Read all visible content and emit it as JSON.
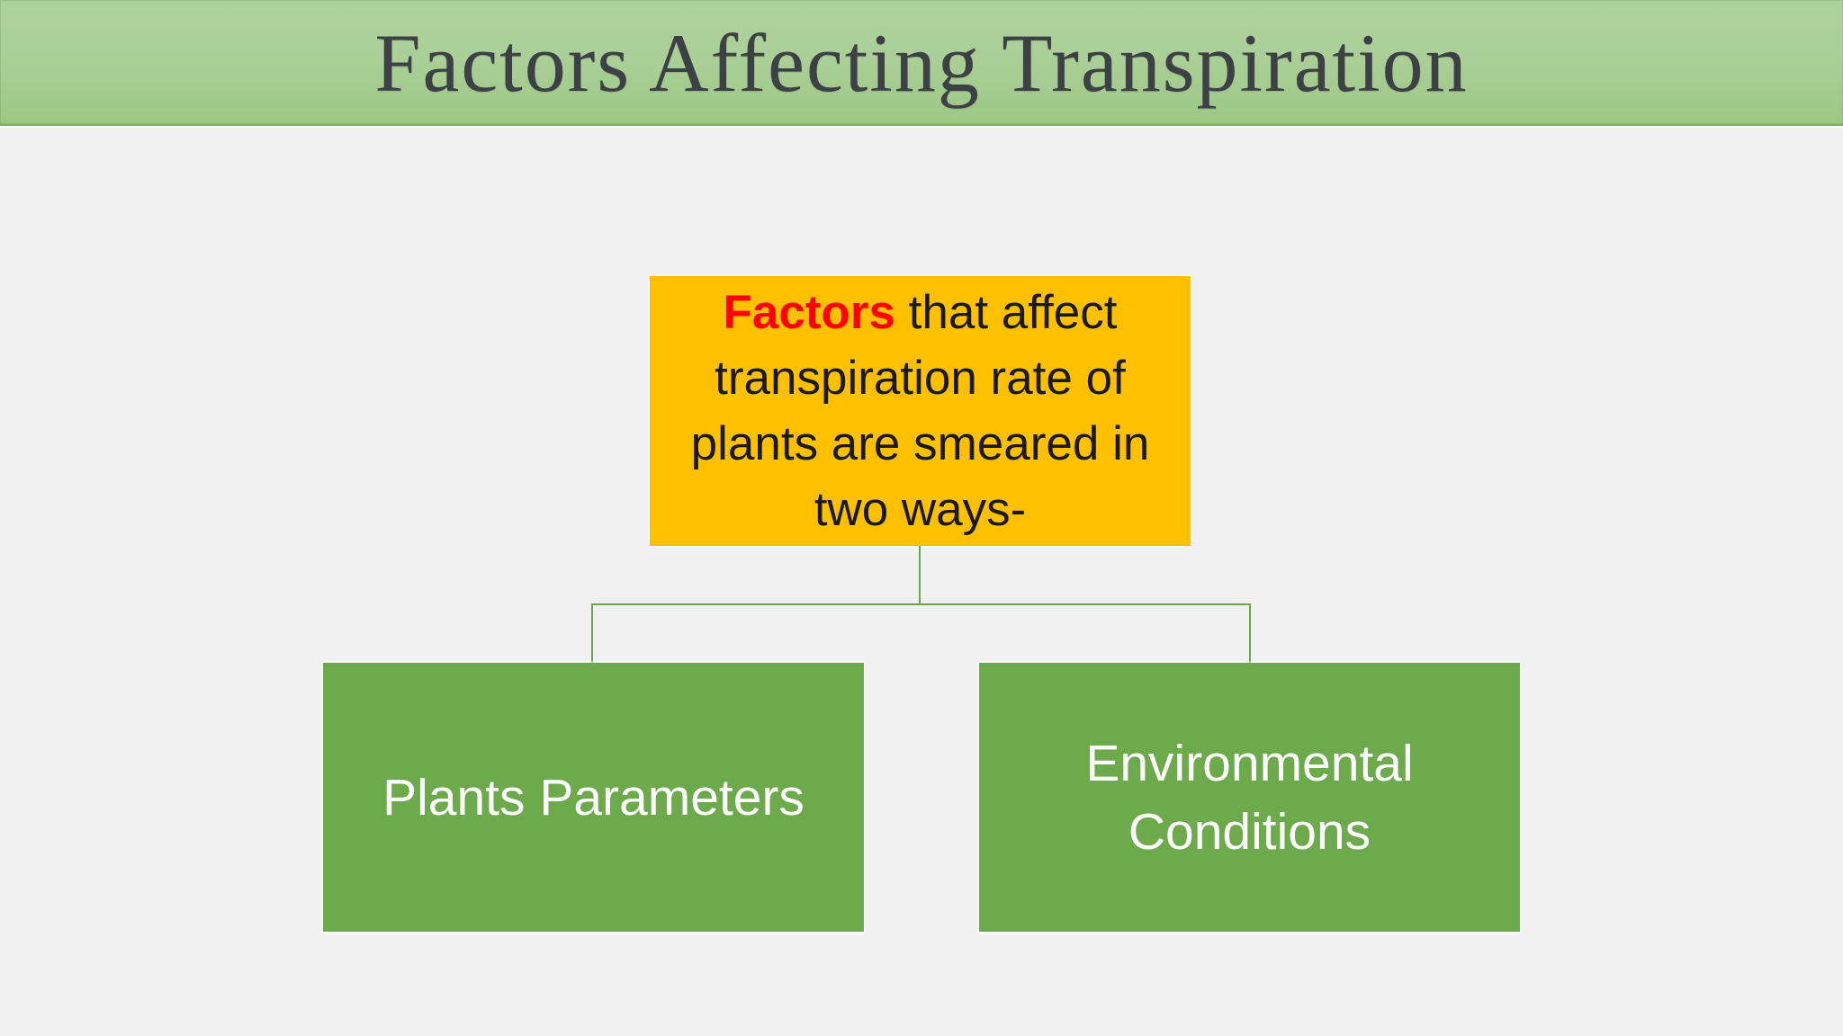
{
  "slide": {
    "title": "Factors Affecting Transpiration",
    "colors": {
      "background": "#F1F1F2",
      "banner_gradient_top": "#AFD29D",
      "banner_gradient_bottom": "#9CC884",
      "banner_border": "#7FAF66",
      "title_text": "#3D4145",
      "root_box_bg": "#FFC000",
      "root_highlight_text": "#FF0000",
      "root_text": "#1A1A1A",
      "child_box_bg": "#6DAA4B",
      "child_text": "#FFFFFF",
      "connector": "#6CA64B"
    },
    "diagram": {
      "root_box": {
        "line1_highlight": "Factors",
        "line1_rest": " that affect",
        "line2": "transpiration rate of",
        "line3": "plants are smeared in",
        "line4": "two ways-"
      },
      "children": [
        {
          "label": "Plants Parameters"
        },
        {
          "label": "Environmental Conditions"
        }
      ]
    }
  }
}
